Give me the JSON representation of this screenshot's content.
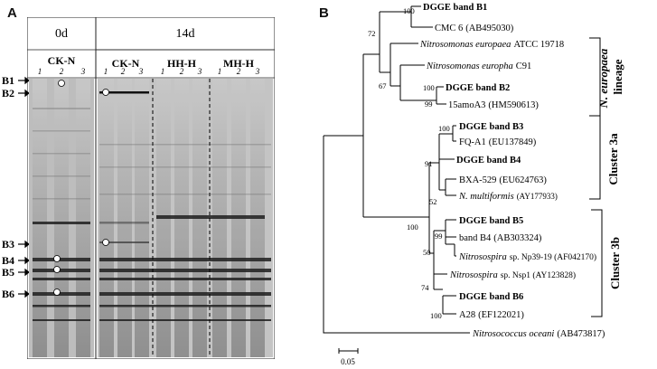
{
  "panelA": {
    "letter": "A",
    "time_labels": [
      "0d",
      "14d"
    ],
    "groups": [
      "CK-N",
      "CK-N",
      "HH-H",
      "MH-H"
    ],
    "lane_numbers": [
      "1",
      "2",
      "3",
      "1",
      "2",
      "3",
      "1",
      "2",
      "3",
      "1",
      "2",
      "3"
    ],
    "band_labels": [
      "B1",
      "B2",
      "B3",
      "B4",
      "B5",
      "B6"
    ]
  },
  "panelB": {
    "letter": "B",
    "leaves": [
      {
        "name": "DGGE band B1",
        "acc": "",
        "bold": true,
        "italic": ""
      },
      {
        "name": "CMC 6",
        "acc": "(AB495030)",
        "bold": false,
        "italic": ""
      },
      {
        "name": "Nitrosomonas europaea",
        "acc": "ATCC 19718",
        "bold": false,
        "italic": "Nitrosomonas europaea"
      },
      {
        "name": "Nitrosomonas europha",
        "acc": "C91",
        "bold": false,
        "italic": "Nitrosomonas europha"
      },
      {
        "name": "DGGE band B2",
        "acc": "",
        "bold": true,
        "italic": ""
      },
      {
        "name": "15amoA3",
        "acc": "(HM590613)",
        "bold": false,
        "italic": ""
      },
      {
        "name": "DGGE band B3",
        "acc": "",
        "bold": true,
        "italic": ""
      },
      {
        "name": "FQ-A1",
        "acc": "(EU137849)",
        "bold": false,
        "italic": ""
      },
      {
        "name": "DGGE band B4",
        "acc": "",
        "bold": true,
        "italic": ""
      },
      {
        "name": "BXA-529",
        "acc": "(EU624763)",
        "bold": false,
        "italic": ""
      },
      {
        "name": "N. multiformis",
        "acc": "(AY177933)",
        "bold": false,
        "italic": "N. multiformis"
      },
      {
        "name": "DGGE band B5",
        "acc": "",
        "bold": true,
        "italic": ""
      },
      {
        "name": "band B4",
        "acc": "(AB303324)",
        "bold": false,
        "italic": ""
      },
      {
        "name": "Nitrosospira",
        "acc": "sp. Np39-19 (AF042170)",
        "bold": false,
        "italic": "Nitrosospira"
      },
      {
        "name": "Nitrosospira",
        "acc": "sp. Nsp1 (AY123828)",
        "bold": false,
        "italic": "Nitrosospira"
      },
      {
        "name": "DGGE band B6",
        "acc": "",
        "bold": true,
        "italic": ""
      },
      {
        "name": "A28",
        "acc": "(EF122021)",
        "bold": false,
        "italic": ""
      },
      {
        "name": "Nitrosococcus oceani",
        "acc": "(AB473817)",
        "bold": false,
        "italic": "Nitrosococcus oceani"
      }
    ],
    "bootstrap": [
      "100",
      "72",
      "67",
      "100",
      "99",
      "100",
      "91",
      "52",
      "100",
      "99",
      "50",
      "74",
      "100"
    ],
    "clusters": [
      {
        "label_italic": "N. europaea",
        "label": "lineage"
      },
      {
        "label_italic": "",
        "label": "Cluster 3a"
      },
      {
        "label_italic": "",
        "label": "Cluster 3b"
      }
    ],
    "scale": "0.05"
  }
}
